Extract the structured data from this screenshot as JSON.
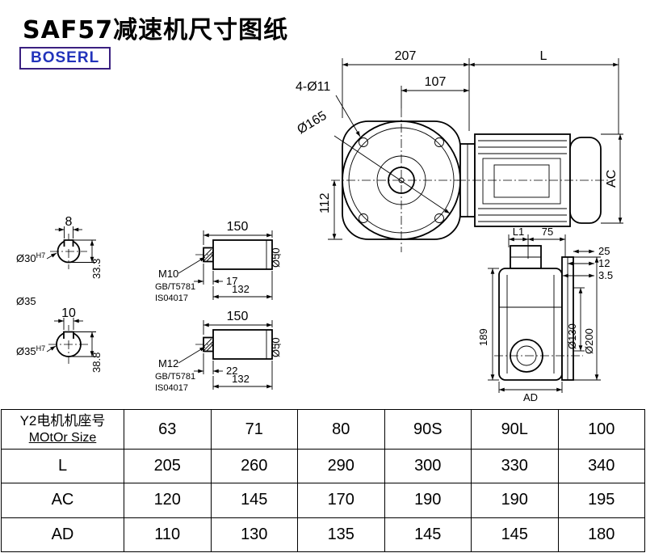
{
  "page": {
    "title": "SAF57减速机尺寸图纸",
    "logo": "BOSERL"
  },
  "main_view": {
    "dim_width": "207",
    "dim_length": "L",
    "dim_offset": "107",
    "holes_label": "4-Ø11",
    "flange_dia": "Ø165",
    "dim_height": "112",
    "dim_ac": "AC"
  },
  "bore_views": {
    "top": {
      "key_width": "8",
      "bore": "Ø30",
      "tolerance": "H7",
      "depth": "33.3"
    },
    "middle_label": "Ø35",
    "bottom": {
      "key_width": "10",
      "bore": "Ø35",
      "tolerance": "H7",
      "depth": "38.8"
    }
  },
  "shaft_views": {
    "top": {
      "length": "150",
      "thread": "M10",
      "standard1": "GB/T5781",
      "standard2": "IS04017",
      "thread_length": "17",
      "body_length": "132",
      "diameter": "Ø50"
    },
    "bottom": {
      "length": "150",
      "thread": "M12",
      "standard1": "GB/T5781",
      "standard2": "IS04017",
      "thread_length": "22",
      "body_length": "132",
      "diameter": "Ø50"
    }
  },
  "side_view": {
    "dim_l1": "L1",
    "dim_75": "75",
    "dim_25": "25",
    "dim_12": "12",
    "dim_3_5": "3.5",
    "dim_189": "189",
    "dim_130": "Ø130",
    "dim_200": "Ø200",
    "dim_ad": "AD"
  },
  "table": {
    "header": {
      "line1": "Y2电机机座号",
      "line2": "MOtOr Size",
      "values": [
        "63",
        "71",
        "80",
        "90S",
        "90L",
        "100"
      ]
    },
    "rows": [
      {
        "label": "L",
        "values": [
          "205",
          "260",
          "290",
          "300",
          "330",
          "340"
        ]
      },
      {
        "label": "AC",
        "values": [
          "120",
          "145",
          "170",
          "190",
          "190",
          "195"
        ]
      },
      {
        "label": "AD",
        "values": [
          "110",
          "130",
          "135",
          "145",
          "145",
          "180"
        ]
      }
    ]
  }
}
